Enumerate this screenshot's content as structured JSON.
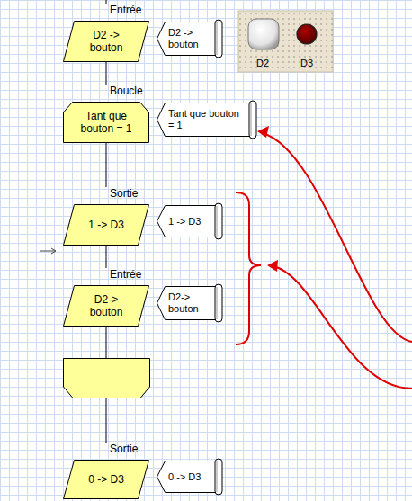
{
  "diagram": {
    "nodes": [
      {
        "text": [
          "Entrée",
          "D2 -> bouton"
        ]
      },
      {
        "text": [
          "D2 -> bouton"
        ]
      },
      {
        "text": [
          "Boucle",
          "Tant que bouton = 1"
        ]
      },
      {
        "text": [
          "Tant que bouton = 1"
        ]
      },
      {
        "text": [
          "Sortie",
          "1 -> D3"
        ]
      },
      {
        "text": [
          "1 -> D3"
        ]
      },
      {
        "text": [
          "Entrée",
          "D2-> bouton"
        ]
      },
      {
        "text": [
          "D2-> bouton"
        ]
      },
      {
        "text": [
          "Sortie",
          "0 -> D3"
        ]
      },
      {
        "text": [
          "0 -> D3"
        ]
      }
    ],
    "edges": [
      {
        "from": 0,
        "to": 2,
        "arrow": "none"
      },
      {
        "from": 2,
        "to": 4,
        "arrow": "none"
      },
      {
        "from": 4,
        "to": 6,
        "arrow": "none"
      },
      {
        "from": 6,
        "to": 8,
        "arrow": "none"
      }
    ],
    "labels": [
      "D2",
      "D3"
    ]
  }
}
